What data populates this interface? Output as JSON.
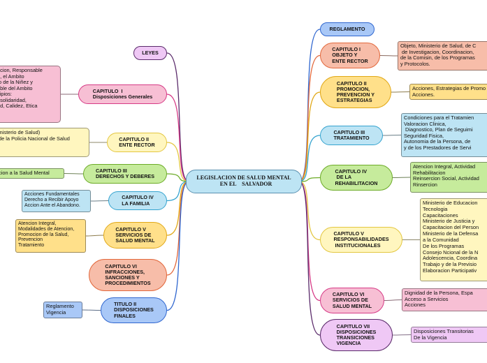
{
  "center": {
    "label": "LEGISLACION DE SALUD MENTAL\n   EN EL    SALVADOR",
    "color": "#bde4f4"
  },
  "nodes": [
    {
      "id": "leyes",
      "label": "LEYES",
      "color": "#efc8f5",
      "line": "#5a2a6a"
    },
    {
      "id": "cap1",
      "label": "CAPITULO  I\nDisposiciones Generales",
      "color": "#f7bfd4",
      "line": "#d63a86"
    },
    {
      "id": "cap1_box",
      "label": "acion, Responsable\nn, el Ambito\nto de la Niñez y\nable del Ambito\ncipios:\n, solidaridad,\nad, Calidez, Etica",
      "color": "#f7bfd4"
    },
    {
      "id": "cap2",
      "label": "CAPITULO II\nENTE RECTOR",
      "color": "#fff6bf",
      "line": "#e3c640"
    },
    {
      "id": "cap2_box",
      "label": "inisterio de Salud)\nde la Policia Nacional de Salud",
      "color": "#fff6bf"
    },
    {
      "id": "cap3",
      "label": "CAPITULO III\nDERECHOS Y DEBERES",
      "color": "#c6eb9c",
      "line": "#6cab27"
    },
    {
      "id": "cap3_box",
      "label": "cion a la Salud Mental",
      "color": "#c6eb9c"
    },
    {
      "id": "cap4",
      "label": "CAPITULO IV\nLA FAMILIA",
      "color": "#bde4f4",
      "line": "#34a3cf"
    },
    {
      "id": "cap4_box",
      "label": "Acciones Fundamentales\nDerecho a Recibir Apoyo\nAccion Ante el Abandono.",
      "color": "#bde4f4"
    },
    {
      "id": "cap5",
      "label": "CAPITULO V\nSERVICIOS DE\nSALUD MENTAL",
      "color": "#ffe08a",
      "line": "#e1a817"
    },
    {
      "id": "cap5_box",
      "label": "Atencion Integral,\nModalidades de Atencion,\nPromocion de la Salud,\nPrevencion\nTratamiento",
      "color": "#ffe08a"
    },
    {
      "id": "cap6",
      "label": "CAPITULO VI\nINFRACCIONES,\nSANCIONES Y\nPROCEDIMIENTOS",
      "color": "#f7bda9",
      "line": "#e2683c"
    },
    {
      "id": "titulo2",
      "label": "TITULO II\nDISPOSICIONES\nFINALES",
      "color": "#a9c8f7",
      "line": "#2f66cf"
    },
    {
      "id": "titulo2_box",
      "label": "Reglamento\nVigencia",
      "color": "#a9c8f7"
    },
    {
      "id": "reglamento",
      "label": "REGLAMENTO",
      "color": "#a9c8f7",
      "line": "#2f66cf"
    },
    {
      "id": "r1",
      "label": "CAPITULO I\nOBJETO Y\nENTE RECTOR",
      "color": "#f7bda9",
      "line": "#e2683c"
    },
    {
      "id": "r1_box",
      "label": "Objeto, Ministerio de Salud, de C\n de Investigacion, Coordinacion,\nde la Comisin, de los Programas\ny Protocolos.",
      "color": "#f7bda9"
    },
    {
      "id": "r2",
      "label": "CAPITULO II\nPROMOCION,\nPREVENCION Y\nESTRATEGIAS",
      "color": "#ffe08a",
      "line": "#e1a817"
    },
    {
      "id": "r2_box",
      "label": "Acciones, Estrategias de Promo\nAcciones.",
      "color": "#ffe08a"
    },
    {
      "id": "r3",
      "label": "CAPITULO III\nTRATAMIENTO",
      "color": "#bde4f4",
      "line": "#34a3cf"
    },
    {
      "id": "r3_box",
      "label": "Condiciones para el Tratamien\nValoracion Clinica,\n Diagnostico, Plan de Seguimi\nSeguridad Fisica,\nAutonomia de la Persona, de\ny de los Prestadores de Servi",
      "color": "#bde4f4"
    },
    {
      "id": "r4",
      "label": "CAPITULO IV\n DE LA\nREHABILITACION",
      "color": "#c6eb9c",
      "line": "#6cab27"
    },
    {
      "id": "r4_box",
      "label": "Atencion Integral, Actividad\nRehabilitacion\nReinsercion Social, Actividad\nRinsercion",
      "color": "#c6eb9c"
    },
    {
      "id": "r5",
      "label": "CAPITULO V\nRESPONSABILIDADES\n INSTITUCIONALES",
      "color": "#fff6bf",
      "line": "#e3c640"
    },
    {
      "id": "r5_box",
      "label": "Ministerio de Educacion\nTecnologia\nCapacitaciones\nMinisterio de Justicia y\nCapacitacion del Person\nMinisterio de la Defensa\na la Comunidad\nDe los Programas\nConsejo Ncional de la N\nAdolescencia, Coordina\nTrabajo y de la Previsio\nElaboracion Participativ",
      "color": "#fff6bf"
    },
    {
      "id": "r6",
      "label": "CAPITULO VI\nSERVICIOS DE\nSALUD MENTAL",
      "color": "#f7bfd4",
      "line": "#d63a86"
    },
    {
      "id": "r6_box",
      "label": "Dignidad de la Persona, Espa\nAcceso a Servicios\nAcciones",
      "color": "#f7bfd4"
    },
    {
      "id": "r7",
      "label": "CAPITULO VII\nDISPOSICIONES\nTRANSICIONES\nVIGENCIA",
      "color": "#efc8f5",
      "line": "#5a2a6a"
    },
    {
      "id": "r7_box",
      "label": "Disposiciones Transitorias\nDe la Vigencia",
      "color": "#efc8f5"
    }
  ]
}
